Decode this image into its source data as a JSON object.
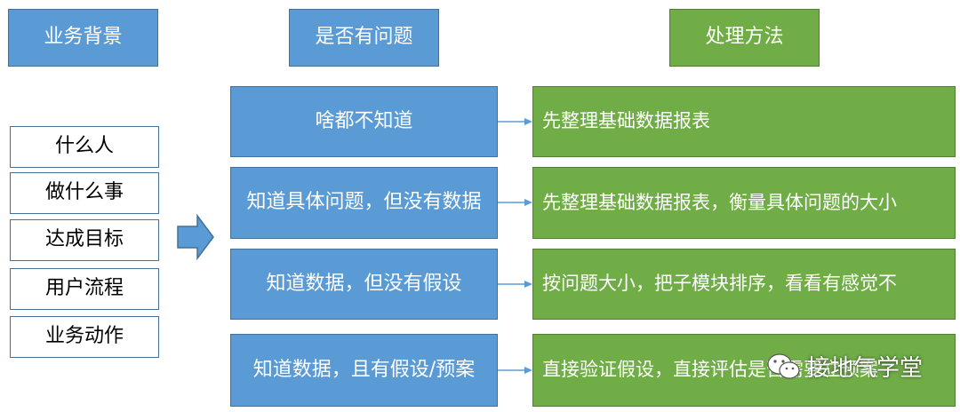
{
  "headers": {
    "background": "业务背景",
    "problem": "是否有问题",
    "method": "处理方法"
  },
  "background_items": [
    "什么人",
    "做什么事",
    "达成目标",
    "用户流程",
    "业务动作"
  ],
  "rows": [
    {
      "problem": "啥都不知道",
      "method": "先整理基础数据报表"
    },
    {
      "problem": "知道具体问题，但没有数据",
      "method": "先整理基础数据报表，衡量具体问题的大小"
    },
    {
      "problem": "知道数据，但没有假设",
      "method": "按问题大小，把子模块排序，看看有感觉不"
    },
    {
      "problem": "知道数据，且有假设/预案",
      "method": "直接验证假设，直接评估是否需要立预案"
    }
  ],
  "watermark": {
    "text": "接地气学堂",
    "icon": "wechat-icon"
  },
  "colors": {
    "header_blue": "#5b9bd5",
    "header_green": "#70ad47",
    "border_blue": "#41719c",
    "arrow": "#5b9bd5"
  }
}
